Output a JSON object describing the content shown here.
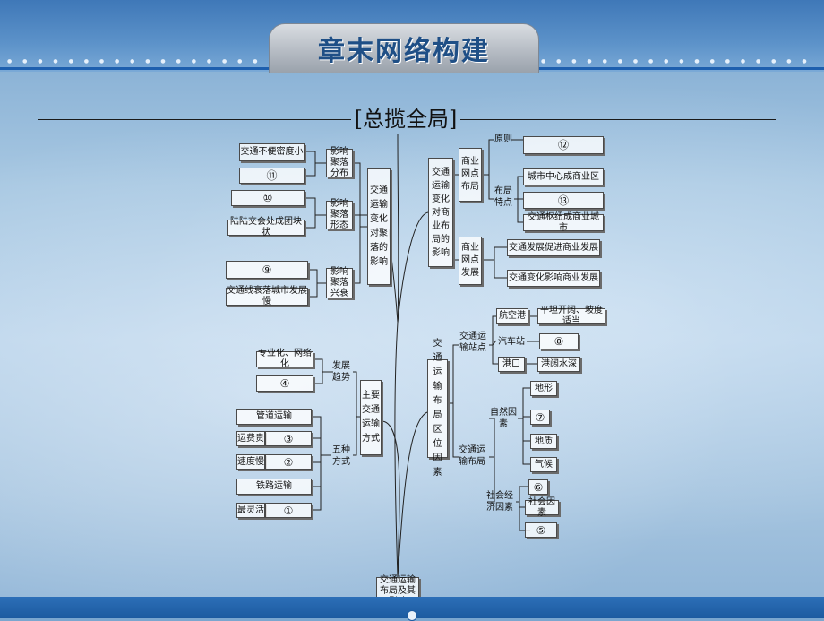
{
  "header": {
    "title": "章末网络构建"
  },
  "section": {
    "title": "[总揽全局]"
  },
  "root": {
    "label": "交通运输布局及其影响"
  },
  "settlement": {
    "main": "交通运输变化对聚落的影响",
    "distribution": {
      "label": "影响聚落分布",
      "items": [
        "交通不便密度小",
        "⑪"
      ]
    },
    "form": {
      "label": "影响聚落形态",
      "items": [
        "⑩",
        "陆陆交会处成团块状"
      ]
    },
    "rise_fall": {
      "label": "影响聚落兴衰",
      "items": [
        "⑨",
        "交通线衰落城市发展慢"
      ]
    }
  },
  "commerce": {
    "main": "交通运输变化对商业布局的影响",
    "layout": {
      "label": "商业网点布局",
      "principle_label": "原则",
      "principle_item": "⑫",
      "feature_label": "布局特点",
      "feature_items": [
        "城市中心成商业区",
        "⑬",
        "交通枢纽成商业城市"
      ]
    },
    "development": {
      "label": "商业网点发展",
      "items": [
        "交通发展促进商业发展",
        "交通变化影响商业发展"
      ]
    }
  },
  "transport_modes": {
    "main": "主要交通运输方式",
    "trend": {
      "label": "发展趋势",
      "items": [
        "专业化、网络化",
        "④"
      ]
    },
    "five": {
      "label": "五种方式",
      "items": [
        {
          "left": "",
          "right": "管道运输"
        },
        {
          "left": "运费贵",
          "right": "③"
        },
        {
          "left": "速度慢",
          "right": "②"
        },
        {
          "left": "",
          "right": "铁路运输"
        },
        {
          "left": "最灵活",
          "right": "①"
        }
      ]
    }
  },
  "location_factors": {
    "main": "交通运输布局区位因素",
    "stations": {
      "label": "交通运输站点",
      "items": [
        {
          "name": "航空港",
          "value": "平坦开阔、坡度适当"
        },
        {
          "name": "汽车站",
          "value": "⑧"
        },
        {
          "name": "港口",
          "value": "港阔水深"
        }
      ]
    },
    "layout": {
      "label": "交通运输布局",
      "natural": {
        "label": "自然因素",
        "items": [
          "地形",
          "⑦",
          "地质",
          "气候"
        ]
      },
      "social": {
        "label": "社会经济因素",
        "items": [
          "⑥",
          "社会因素",
          "⑤"
        ]
      }
    }
  }
}
